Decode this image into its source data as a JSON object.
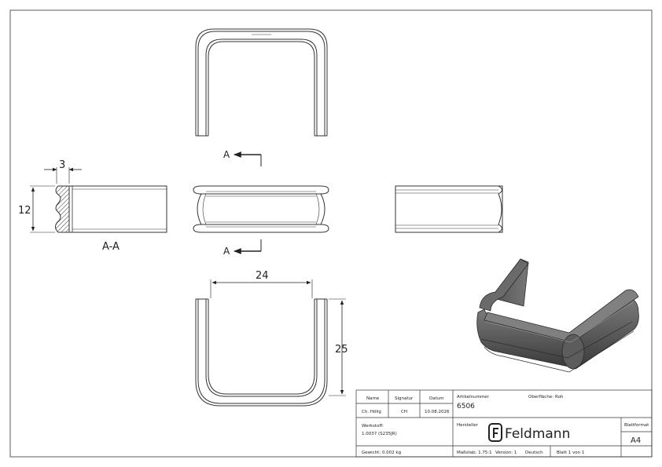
{
  "drawing": {
    "dimensions": {
      "wall": "3",
      "height": "12",
      "width": "24",
      "depth": "25"
    },
    "section_marker": "A",
    "section_label": "A-A"
  },
  "title_block": {
    "headers": {
      "name": "Name",
      "signature": "Signatur",
      "date": "Datum"
    },
    "values": {
      "name": "Ch. Hölig",
      "signature": "CH",
      "date": "10.08.2026"
    },
    "article_label": "Artikelnummer",
    "article_number": "6506",
    "surface_label": "Oberfläche:",
    "surface_value": "Roh",
    "material_label": "Werkstoff:",
    "material_value": "1.0037 (S235JR)",
    "manufacturer_label": "Hersteller",
    "brand": "Feldmann",
    "format_label": "Blattformat",
    "format_value": "A4",
    "weight": "Gewicht: 0.002 kg",
    "scale": "Maßstab: 1.75:1",
    "version": "Version: 1",
    "language": "Deutsch",
    "sheet": "Blatt 1 von 1"
  }
}
